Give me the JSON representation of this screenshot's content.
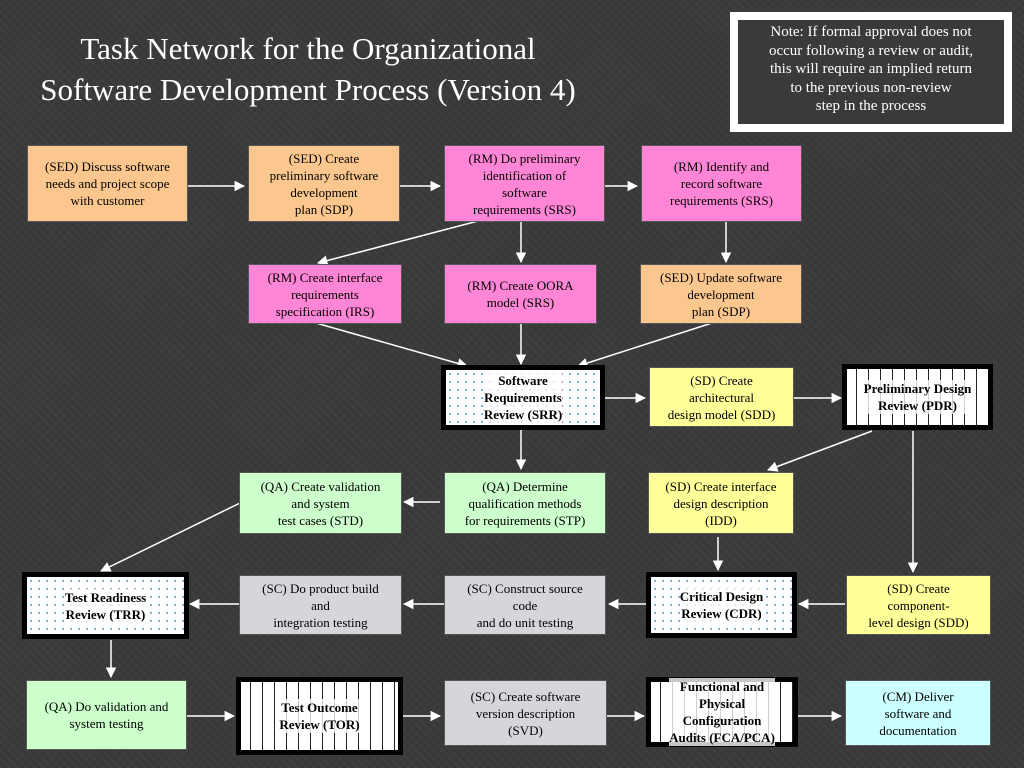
{
  "title": "Task Network for the Organizational\nSoftware Development Process (Version 4)",
  "note": "Note: If formal approval does not\noccur following a review or audit,\nthis will require an implied return\nto the previous non-review\nstep in the process",
  "colors": {
    "orange": "#fbc78e",
    "pink": "#ff85d6",
    "yellow": "#ffff99",
    "green": "#ccffcc",
    "gray": "#d4d6da",
    "cyan": "#ccffff",
    "background": "#3a3a3a"
  },
  "nodes": {
    "sed_discuss": "(SED) Discuss software\nneeds and project scope\nwith customer",
    "sed_create_sdp": "(SED) Create\npreliminary software\ndevelopment\nplan (SDP)",
    "rm_prelim_srs": "(RM) Do preliminary\nidentification of\nsoftware\nrequirements (SRS)",
    "rm_identify_srs": "(RM) Identify and\nrecord software\nrequirements (SRS)",
    "rm_irs": "(RM) Create interface\nrequirements\nspecification (IRS)",
    "rm_oora": "(RM) Create OORA\nmodel (SRS)",
    "sed_update_sdp": "(SED) Update software\ndevelopment\nplan (SDP)",
    "srr": "Software\nRequirements\nReview (SRR)",
    "sd_arch": "(SD) Create\narchitectural\ndesign model (SDD)",
    "pdr": "Preliminary Design\nReview (PDR)",
    "qa_std": "(QA) Create validation\nand system\ntest cases (STD)",
    "qa_stp": "(QA) Determine\nqualification methods\nfor requirements (STP)",
    "sd_idd": "(SD) Create interface\ndesign description\n(IDD)",
    "trr": "Test Readiness\nReview (TRR)",
    "sc_build": "(SC) Do product build\nand\nintegration testing",
    "sc_construct": "(SC) Construct source\ncode\nand do unit testing",
    "cdr": "Critical Design\nReview (CDR)",
    "sd_component": "(SD) Create\ncomponent-\nlevel design (SDD)",
    "qa_validation": "(QA) Do validation and\nsystem testing",
    "tor": "Test Outcome\nReview (TOR)",
    "sc_svd": "(SC) Create software\nversion description\n(SVD)",
    "fca_pca": "Functional and\nPhysical\nConfiguration\nAudits (FCA/PCA)",
    "cm_deliver": "(CM) Deliver\nsoftware and\ndocumentation"
  }
}
